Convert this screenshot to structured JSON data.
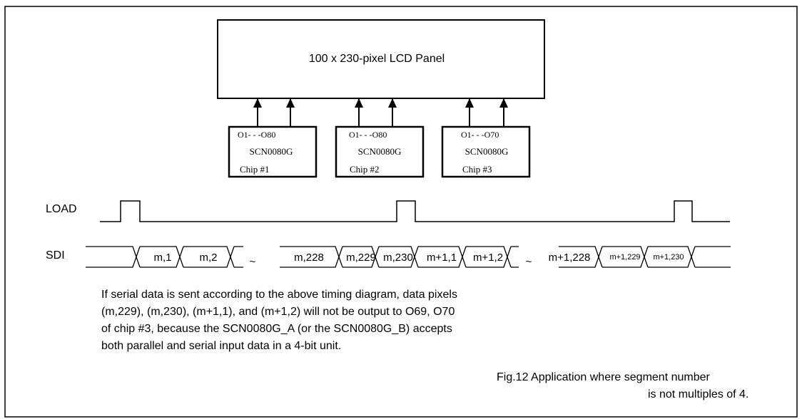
{
  "panel": {
    "label": "100 x 230-pixel LCD Panel"
  },
  "chips": [
    {
      "pins": "O1- - -O80",
      "part": "SCN0080G",
      "name": "Chip #1"
    },
    {
      "pins": "O1- - -O80",
      "part": "SCN0080G",
      "name": "Chip #2"
    },
    {
      "pins": "O1- - -O70",
      "part": "SCN0080G",
      "name": "Chip #3"
    }
  ],
  "signals": {
    "load": "LOAD",
    "sdi": "SDI"
  },
  "sdi_segments": [
    "m,1",
    "m,2",
    "~",
    "m,228",
    "m,229",
    "m,230",
    "m+1,1",
    "m+1,2",
    "~",
    "m+1,228",
    "m+1,229",
    "m+1,230"
  ],
  "note": [
    "If serial data is sent according to the above timing diagram, data pixels",
    "(m,229), (m,230), (m+1,1), and (m+1,2) will not be output to O69, O70",
    "of chip #3, because the SCN0080G_A (or the SCN0080G_B) accepts",
    "both parallel and serial input data in a 4-bit unit."
  ],
  "caption": [
    "Fig.12  Application where segment number",
    "is not multiples of 4."
  ]
}
